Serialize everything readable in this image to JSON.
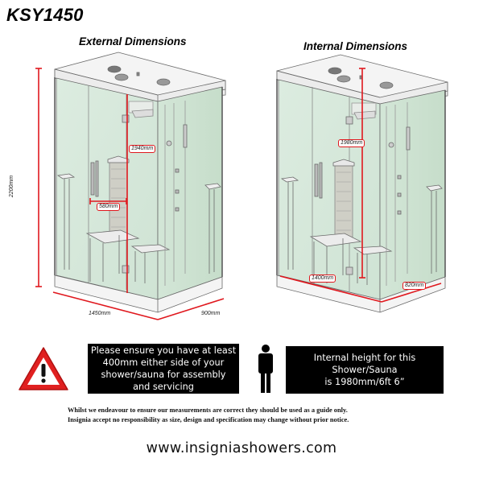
{
  "header": {
    "model": "KSY1450"
  },
  "external": {
    "title": "External Dimensions",
    "height": "2200mm",
    "door_height": "1940mm",
    "door_width": "580mm",
    "width": "1450mm",
    "depth": "900mm"
  },
  "internal": {
    "title": "Internal Dimensions",
    "height": "1980mm",
    "width": "1400mm",
    "depth": "820mm"
  },
  "notices": {
    "clearance": {
      "icon": "warning-triangle-icon",
      "lines": [
        "Please ensure you have at least",
        "400mm either side of your",
        "shower/sauna for assembly",
        "and servicing"
      ]
    },
    "height": {
      "icon": "person-icon",
      "lines": [
        "Internal height for this",
        "Shower/Sauna",
        "is 1980mm/6ft 6”"
      ]
    }
  },
  "disclaimer": {
    "lines": [
      "Whilst we endeavour to ensure our measurements are correct they should be used as a guide only.",
      "Insignia accept no responsibility as size, design and specification may change without prior notice."
    ]
  },
  "footer": {
    "website": "www.insigniashowers.com"
  },
  "colors": {
    "dimension_red": "#e0181e",
    "glass_green": "#d9ebdd",
    "notice_bg": "#000000",
    "warning_red": "#e02020"
  }
}
